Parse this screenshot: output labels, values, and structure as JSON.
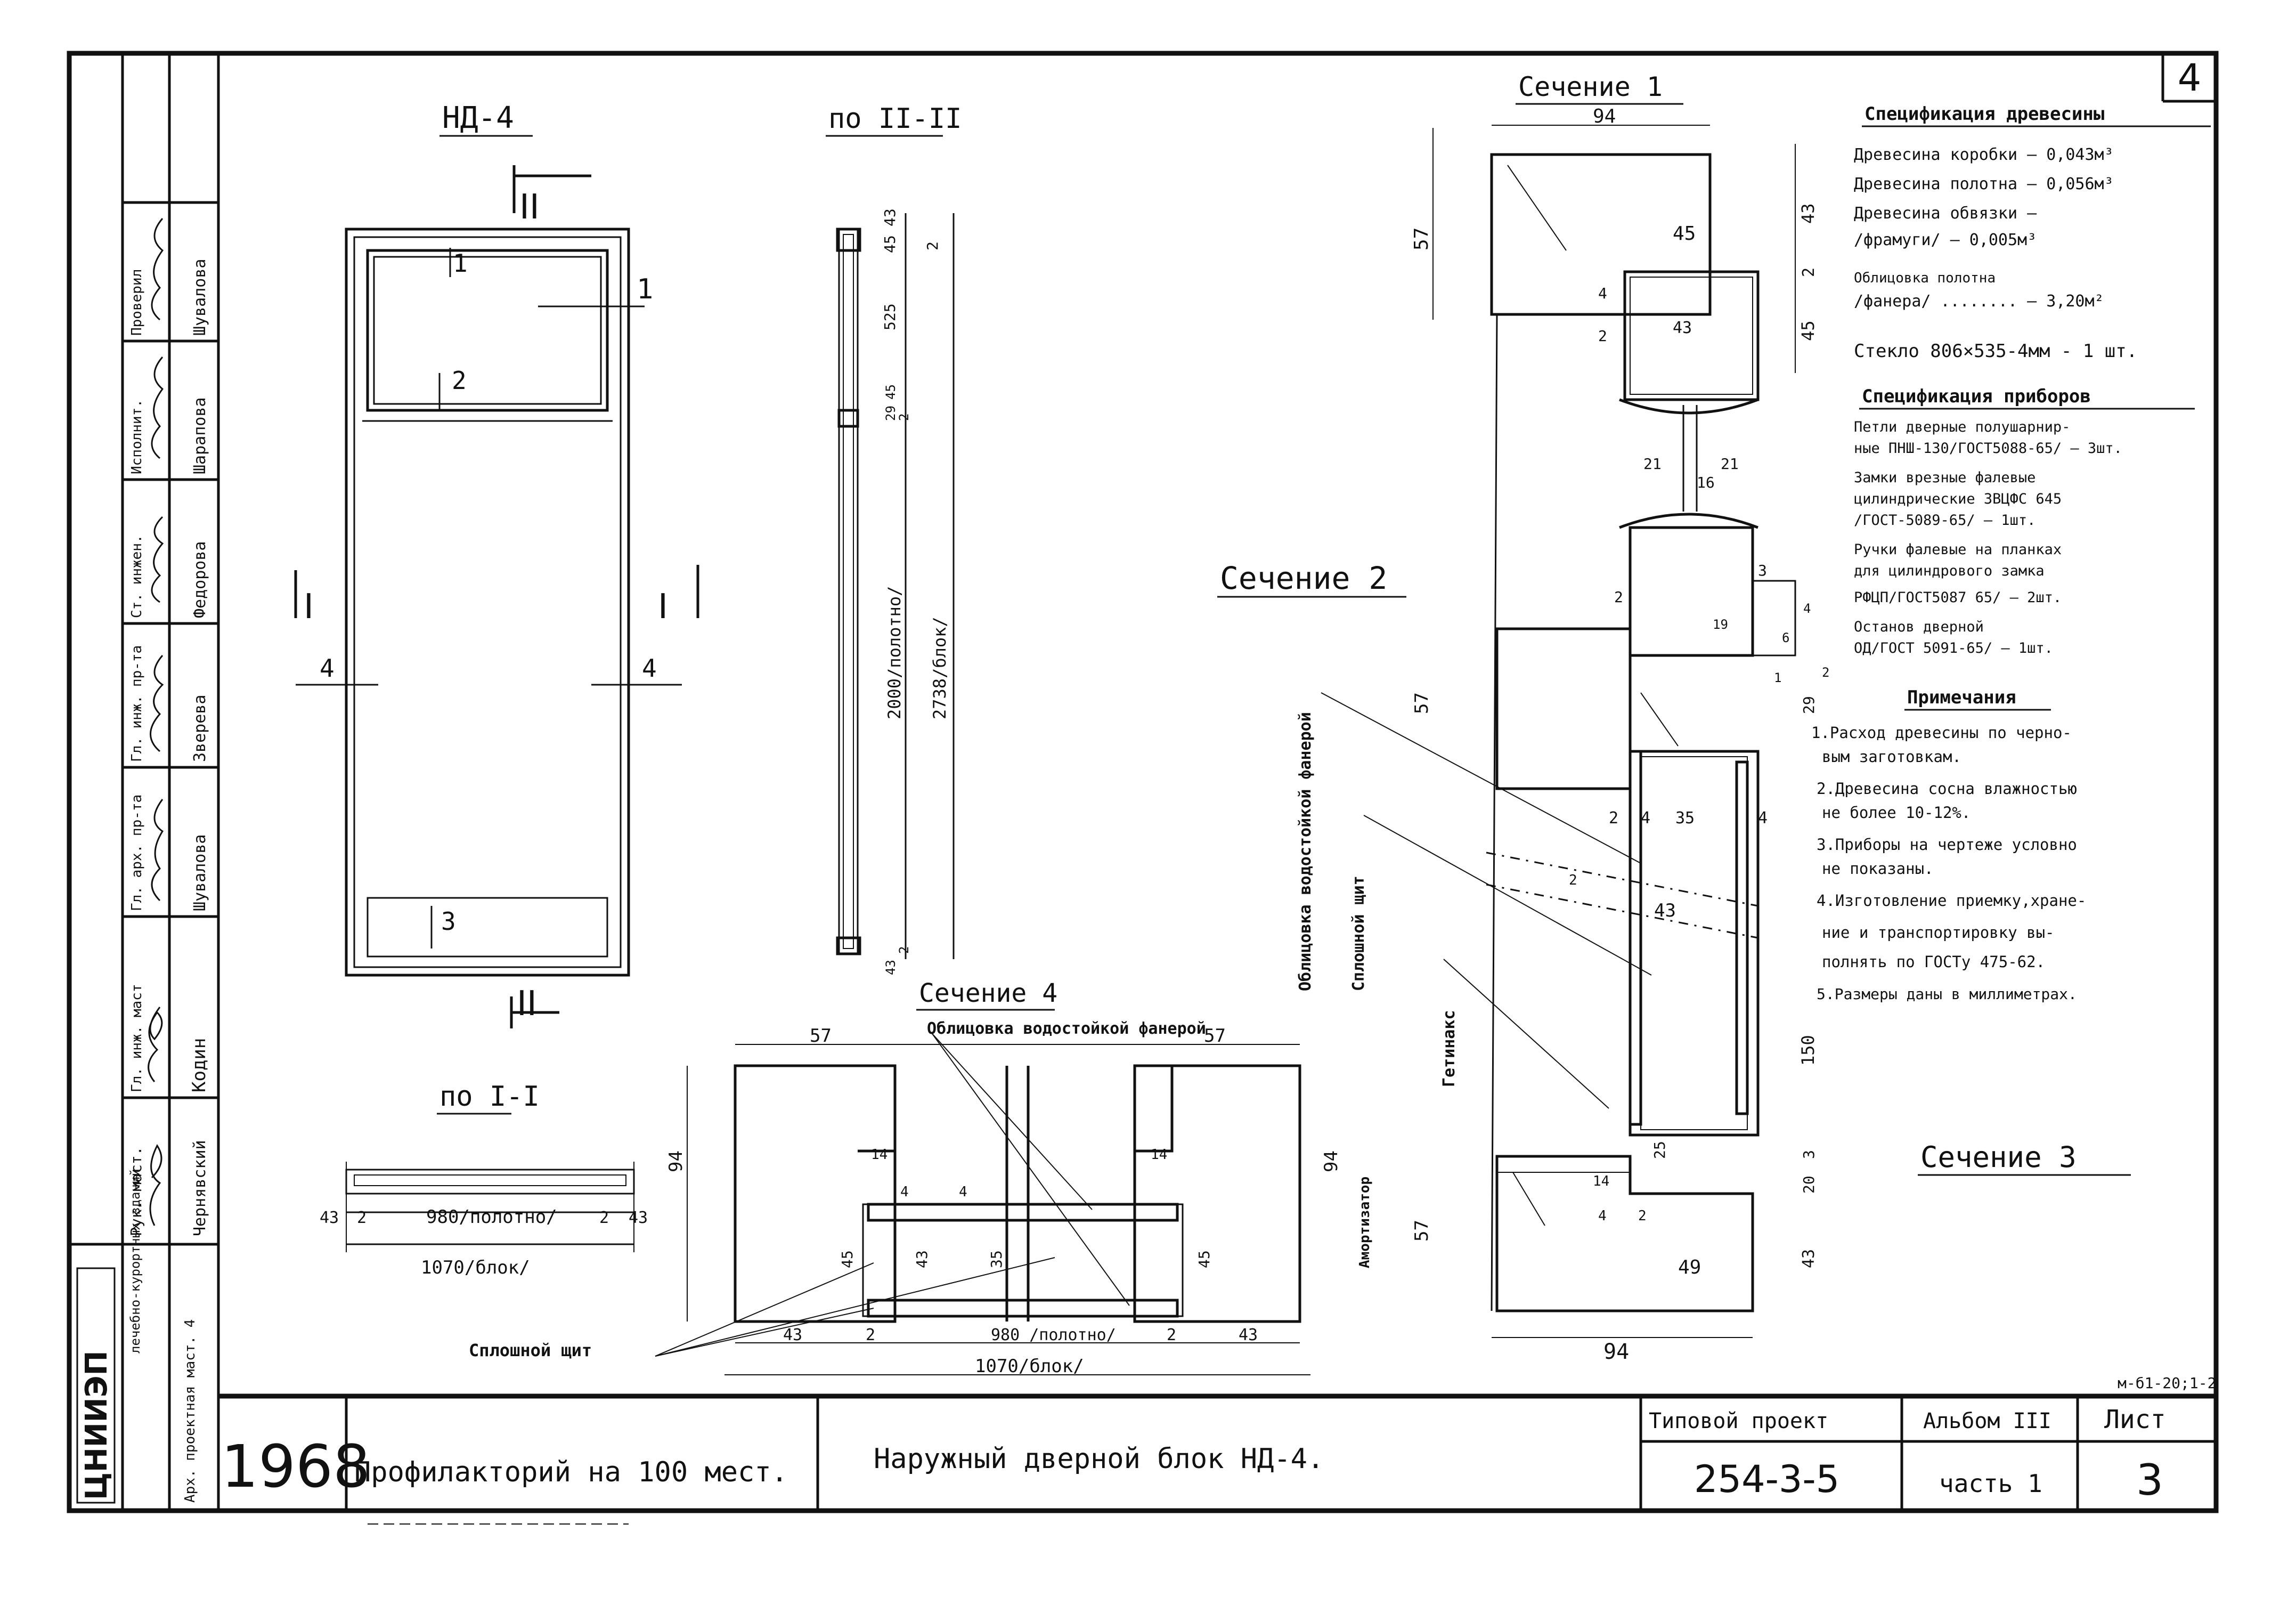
{
  "sheet_corner_number": "4",
  "stamp": {
    "org": "ЦНИИЭП",
    "org_sub": "лечебно-курортных зданий",
    "roles": [
      "Арх. проектная маст. 4",
      "Рук. маст.",
      "Гл. инж. маст",
      "Гл. арх. пр-та",
      "Гл. инж. пр-та",
      "Ст. инжен.",
      "Исполнит.",
      "Проверил"
    ],
    "names": [
      "Чернявский",
      "Кодин",
      "Шувалова",
      "Зверева",
      "Федорова",
      "Шарапова",
      "Шувалова"
    ],
    "year": "1968",
    "project_name": "Профилакторий на 100 мест.",
    "drawing_name": "Наружный дверной блок НД-4.",
    "typical_project_label": "Типовой проект",
    "typical_project_code": "254-3-5",
    "album_label": "Альбом III",
    "album_part": "часть 1",
    "sheet_label": "Лист",
    "sheet_number": "3",
    "format_code": "м-б1-20;1-2"
  },
  "elevation": {
    "title": "НД-4",
    "cut_II": "II",
    "cut_I": "I",
    "marks": [
      "1",
      "2",
      "3",
      "4"
    ]
  },
  "section_II": {
    "title": "по II-II",
    "dims": [
      "45",
      "43",
      "2",
      "525",
      "29",
      "45",
      "2",
      "2000/полотно/",
      "2738/блок/",
      "43",
      "2"
    ]
  },
  "section_I": {
    "title": "по I-I",
    "dims": [
      "43",
      "2",
      "980/полотно/",
      "2",
      "43",
      "1070/блок/"
    ]
  },
  "section_1": {
    "title": "Сечение 1",
    "dims": [
      "94",
      "57",
      "43",
      "2",
      "45",
      "45",
      "4",
      "2",
      "43",
      "21",
      "21",
      "16",
      "2",
      "3",
      "19",
      "6",
      "4",
      "1",
      "2",
      "29",
      "57"
    ]
  },
  "section_2": {
    "title": "Сечение 2",
    "label_a": "Облицовка водостойкой фанерой",
    "label_b": "Сплошной щит",
    "label_c": "Гетинакс"
  },
  "section_3": {
    "title": "Сечение 3",
    "dims": [
      "2",
      "4",
      "35",
      "4",
      "2",
      "43",
      "150",
      "25",
      "3",
      "20",
      "14",
      "4",
      "2",
      "49",
      "57",
      "43",
      "94"
    ]
  },
  "section_4": {
    "title": "Сечение 4",
    "label_top": "Облицовка водостойкой фанерой",
    "label_amort": "Амортизатор",
    "label_shield": "Сплошной щит",
    "dims": [
      "57",
      "57",
      "94",
      "14",
      "4",
      "4",
      "14",
      "43",
      "35",
      "45",
      "45",
      "94",
      "43",
      "2",
      "980 /полотно/",
      "2",
      "43",
      "1070/блок/"
    ]
  },
  "spec_wood": {
    "title": "Спецификация древесины",
    "lines": [
      "Древесина коробки — 0,043м³",
      "Древесина полотна — 0,056м³",
      "Древесина обвязки —",
      "/фрамуги/ — 0,005м³",
      "Облицовка полотна",
      "/фанера/ ........ — 3,20м²"
    ],
    "glass": "Стекло 806×535-4мм - 1 шт."
  },
  "spec_devices": {
    "title": "Спецификация приборов",
    "lines": [
      "Петли дверные полушарнир-",
      "ные ПНШ-130/ГОСТ5088-65/ — 3шт.",
      "Замки врезные фалевые",
      "цилиндрические ЗВЦФС 645",
      "/ГОСТ-5089-65/ — 1шт.",
      "Ручки фалевые на планках",
      "для цилиндрового замка",
      "РФЦП/ГОСТ5087 65/ — 2шт.",
      "Останов дверной",
      "ОД/ГОСТ 5091-65/ — 1шт."
    ]
  },
  "notes": {
    "title": "Примечания",
    "lines": [
      "1.Расход древесины по черно-",
      "вым заготовкам.",
      "2.Древесина сосна влажностью",
      "не более 10-12%.",
      "3.Приборы на чертеже условно",
      "не показаны.",
      "4.Изготовление приемку,хране-",
      "ние и транспортировку вы-",
      "полнять по ГОСТу 475-62.",
      "5.Размеры даны в миллиметрах."
    ]
  }
}
